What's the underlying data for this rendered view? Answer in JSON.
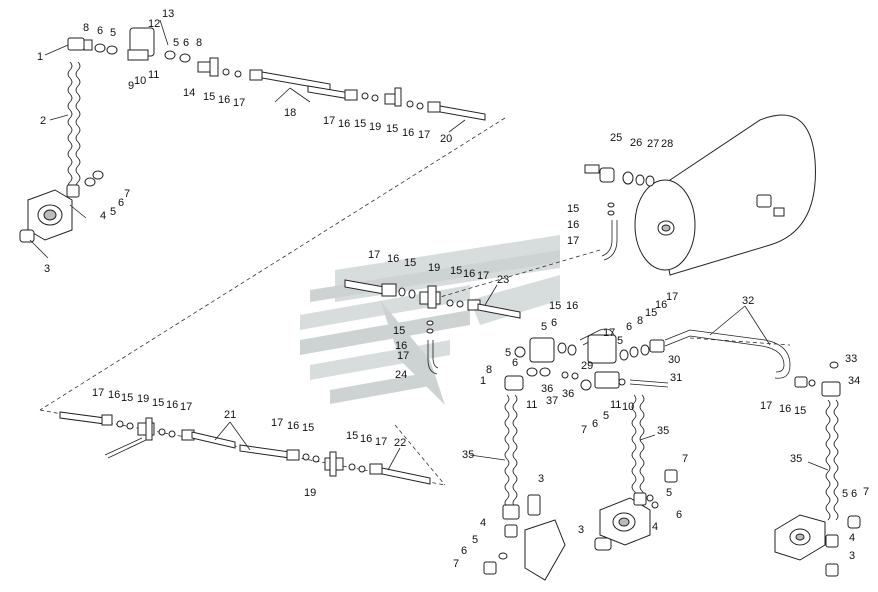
{
  "labels": {
    "n1": "1",
    "n2": "2",
    "n3": "3",
    "n4": "4",
    "n5": "5",
    "n6": "6",
    "n7": "7",
    "n8": "8",
    "n9": "9",
    "n10": "10",
    "n11": "11",
    "n12": "12",
    "n13": "13",
    "n14": "14",
    "n15": "15",
    "n16": "16",
    "n17": "17",
    "n18": "18",
    "n19": "19",
    "n20": "20",
    "n21": "21",
    "n22": "22",
    "n23": "23",
    "n24": "24",
    "n25": "25",
    "n26": "26",
    "n27": "27",
    "n28": "28",
    "n29": "29",
    "n30": "30",
    "n31": "31",
    "n32": "32",
    "n33": "33",
    "n34": "34",
    "n35": "35",
    "n36": "36",
    "n37": "37"
  },
  "colors": {
    "watermark": "#c8cfcf",
    "line": "#222222"
  },
  "icons": {
    "watermark": "logo-watermark-icon"
  }
}
